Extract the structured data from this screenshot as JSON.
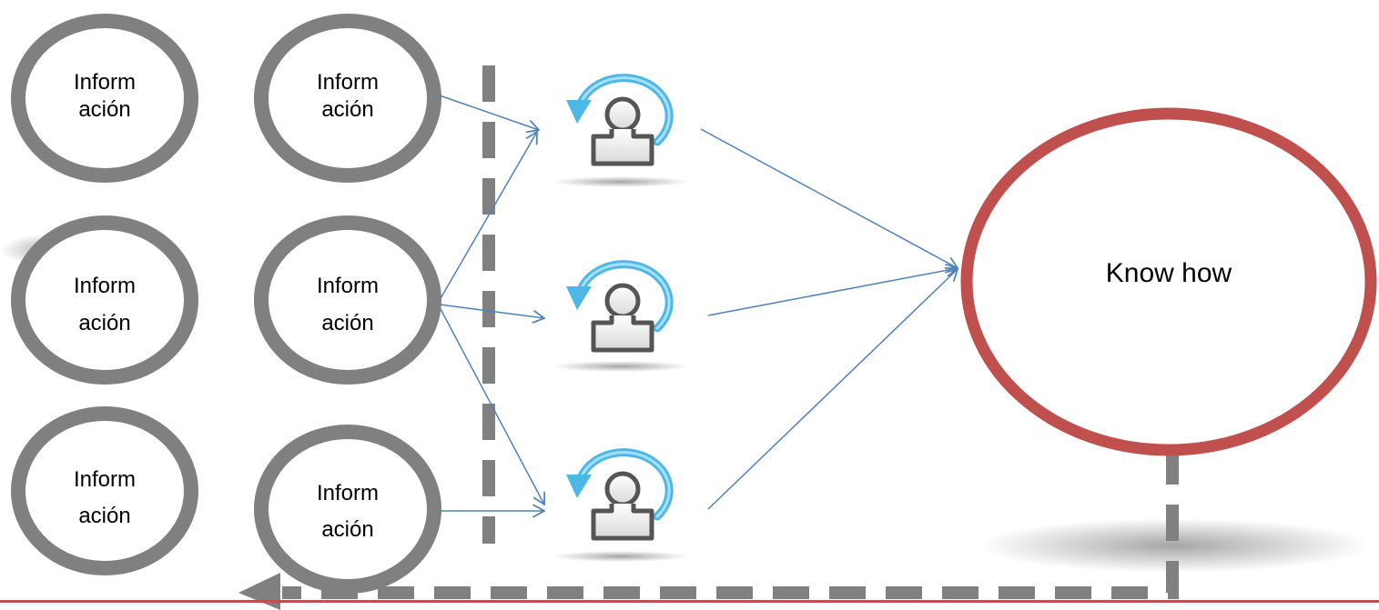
{
  "colors": {
    "info_ring": "#808080",
    "know_how_ring": "#c0504d",
    "connector_arrow": "#4f81bd",
    "dashed_path": "#808080",
    "bottom_rule": "#c0504d",
    "cycle_arrow": "#4db8e8",
    "person_outline": "#555555"
  },
  "info_nodes": [
    {
      "label_line1": "Inform",
      "label_line2": "ación"
    },
    {
      "label_line1": "Inform",
      "label_line2": "ación"
    },
    {
      "label_line1": "Inform",
      "label_line2": "ación"
    },
    {
      "label_line1": "Inform",
      "label_line2": "ación"
    },
    {
      "label_line1": "Inform",
      "label_line2": "ación"
    },
    {
      "label_line1": "Inform",
      "label_line2": "ación"
    }
  ],
  "process_icons": [
    {
      "icon": "person-cycle-icon"
    },
    {
      "icon": "person-cycle-icon"
    },
    {
      "icon": "person-cycle-icon"
    }
  ],
  "target": {
    "label": "Know how"
  }
}
